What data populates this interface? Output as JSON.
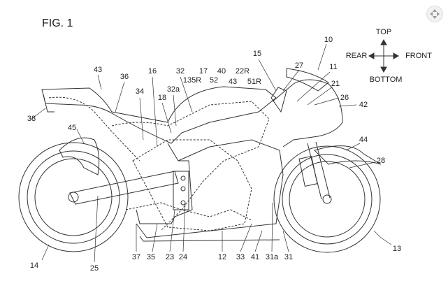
{
  "figure_title": "FIG. 1",
  "directions": {
    "top": "TOP",
    "bottom": "BOTTOM",
    "rear": "REAR",
    "front": "FRONT"
  },
  "labels": [
    {
      "text": "10"
    },
    {
      "text": "15"
    },
    {
      "text": "27"
    },
    {
      "text": "11"
    },
    {
      "text": "21"
    },
    {
      "text": "26"
    },
    {
      "text": "42"
    },
    {
      "text": "43"
    },
    {
      "text": "36"
    },
    {
      "text": "16"
    },
    {
      "text": "32"
    },
    {
      "text": "17"
    },
    {
      "text": "40"
    },
    {
      "text": "22R"
    },
    {
      "text": "135R"
    },
    {
      "text": "52"
    },
    {
      "text": "43"
    },
    {
      "text": "51R"
    },
    {
      "text": "32a"
    },
    {
      "text": "34"
    },
    {
      "text": "18"
    },
    {
      "text": "38"
    },
    {
      "text": "45"
    },
    {
      "text": "44"
    },
    {
      "text": "28"
    },
    {
      "text": "13"
    },
    {
      "text": "14"
    },
    {
      "text": "25"
    },
    {
      "text": "37"
    },
    {
      "text": "35"
    },
    {
      "text": "23"
    },
    {
      "text": "24"
    },
    {
      "text": "12"
    },
    {
      "text": "33"
    },
    {
      "text": "41"
    },
    {
      "text": "31a"
    },
    {
      "text": "31"
    }
  ],
  "icons": {
    "view_control": "move-arrows-icon"
  }
}
